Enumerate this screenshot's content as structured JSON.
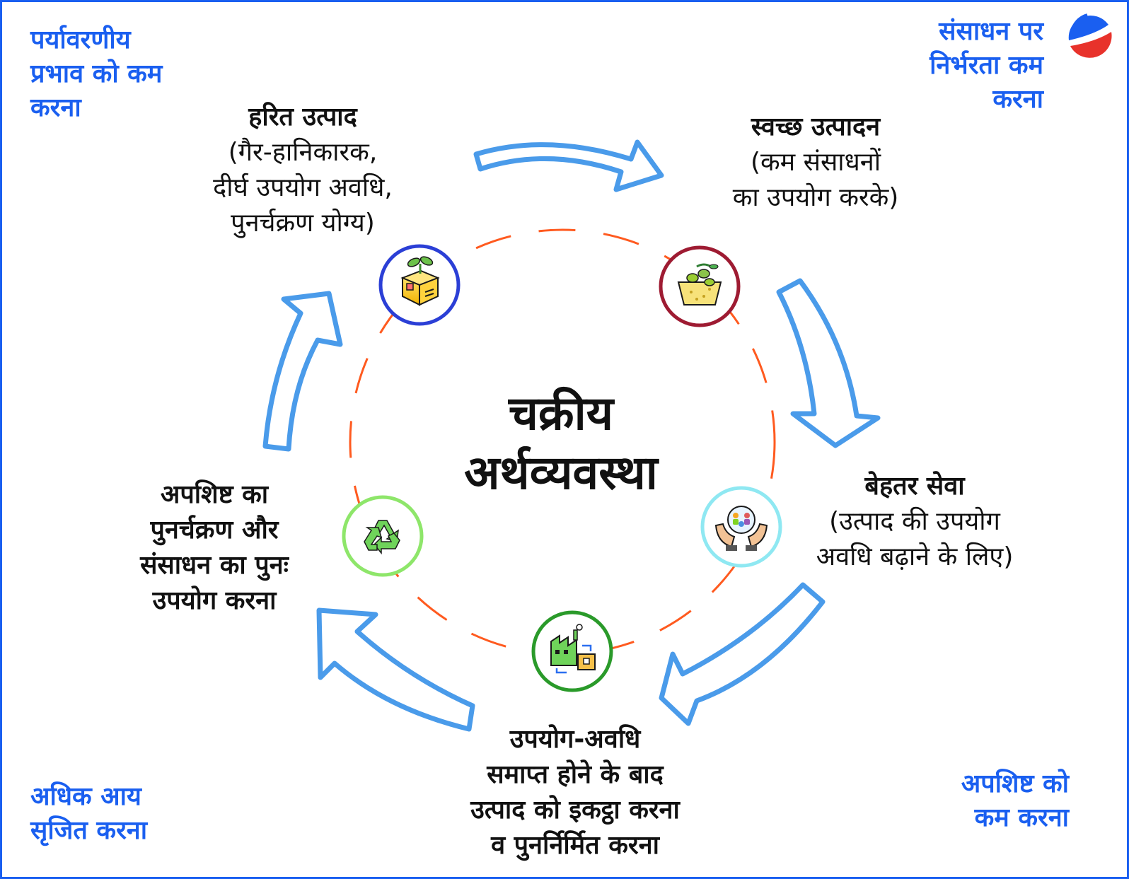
{
  "colors": {
    "frame": "#1a5ff0",
    "corner_text": "#1a5ff0",
    "arrow_stroke": "#4a9bea",
    "dashed_circle": "#ff5a1f",
    "logo_blue": "#1a5ff0",
    "logo_red": "#e8322b"
  },
  "center": {
    "line1": "चक्रीय",
    "line2": "अर्थव्यवस्था"
  },
  "corners": {
    "top_left": [
      "पर्यावरणीय",
      "प्रभाव को कम",
      "करना"
    ],
    "top_right": [
      "संसाधन पर",
      "निर्भरता कम",
      "करना"
    ],
    "bottom_left": [
      "अधिक आय",
      "सृजित करना"
    ],
    "bottom_right": [
      "अपशिष्ट को",
      "कम करना"
    ]
  },
  "stages": {
    "green_product": {
      "title": "हरित उत्पाद",
      "desc": [
        "(गैर-हानिकारक,",
        "दीर्घ उपयोग अवधि,",
        "पुनर्चक्रण योग्य)"
      ],
      "icon": "sprouting-box-icon",
      "ring_color": "#2b3fd6"
    },
    "clean_production": {
      "title": "स्वच्छ उत्पादन",
      "desc": [
        "(कम संसाधनों",
        "का उपयोग करके)"
      ],
      "icon": "olive-basin-icon",
      "ring_color": "#9e1b32"
    },
    "better_service": {
      "title": "बेहतर सेवा",
      "desc": [
        "(उत्पाद की उपयोग",
        "अवधि बढ़ाने के लिए)"
      ],
      "icon": "hands-community-icon",
      "ring_color": "#8fe8f2"
    },
    "collect_remanufacture": {
      "title": [
        "उपयोग-अवधि",
        "समाप्त होने के बाद",
        "उत्पाद को इकट्ठा करना",
        "व पुनर्निर्मित करना"
      ],
      "icon": "factory-box-icon",
      "ring_color": "#2a9a2a"
    },
    "recycle_reuse": {
      "title": [
        "अपशिष्ट का",
        "पुनर्चक्रण और",
        "संसाधन का पुनः",
        "उपयोग करना"
      ],
      "icon": "recycle-icon",
      "ring_color": "#8ee66a"
    }
  }
}
